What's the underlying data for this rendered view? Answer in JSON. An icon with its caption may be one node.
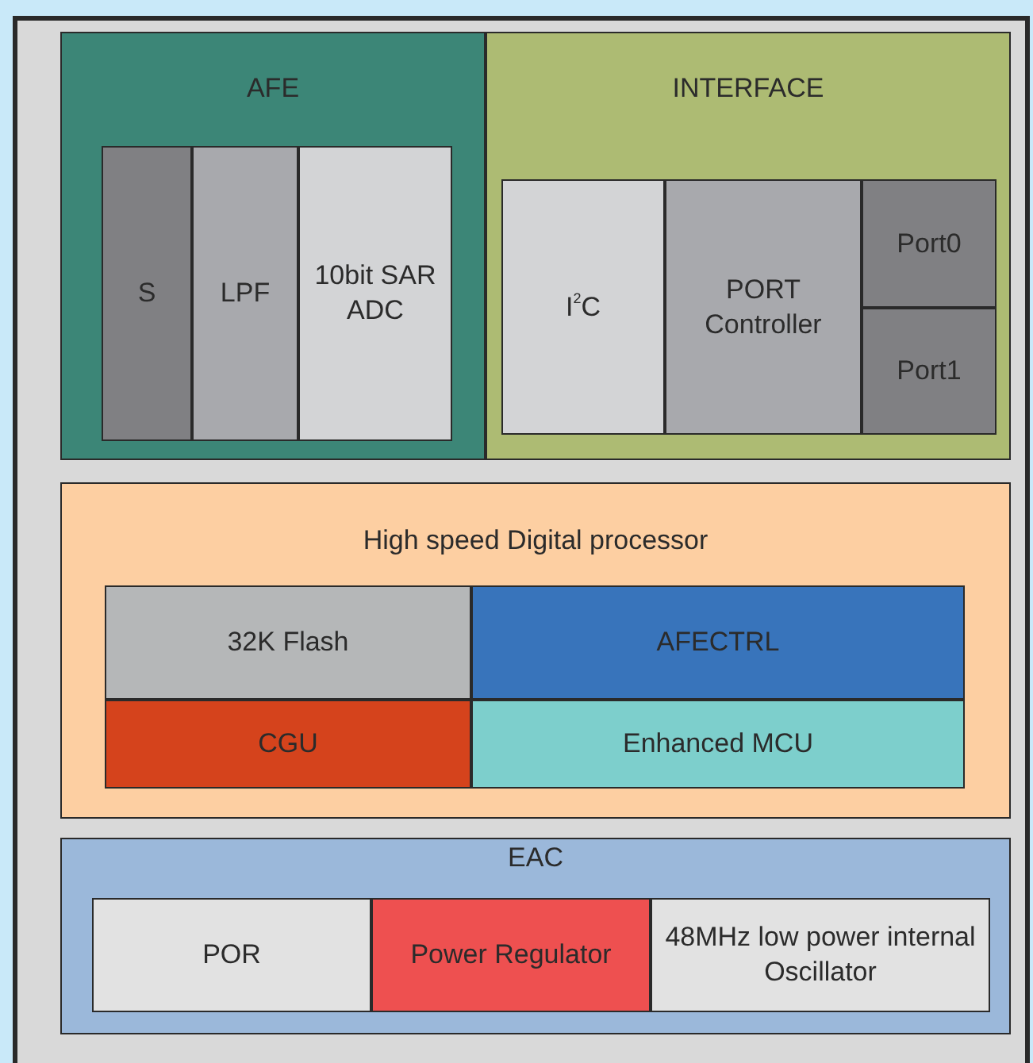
{
  "diagram": {
    "nodes": [
      {
        "text": [],
        "shape": "box"
      },
      {
        "text": [
          "AFE"
        ],
        "in": 0
      },
      {
        "text": [
          "S"
        ],
        "in": 1
      },
      {
        "text": [
          "LPF"
        ],
        "in": 1
      },
      {
        "text": [
          "10bit SAR ADC"
        ],
        "in": 1
      },
      {
        "text": [
          "INTERFACE"
        ],
        "in": 0
      },
      {
        "text": [
          "I$^{2}$C"
        ],
        "in": 5
      },
      {
        "text": [
          "PORT Controller"
        ],
        "in": 5
      },
      {
        "text": [
          "Port0"
        ],
        "in": 5
      },
      {
        "text": [
          "Port1"
        ],
        "in": 5
      },
      {
        "text": [
          "High speed Digital processor"
        ],
        "in": 0
      },
      {
        "text": [
          "32K Flash"
        ],
        "in": 10
      },
      {
        "text": [
          "AFECTRL"
        ],
        "in": 10
      },
      {
        "text": [
          "CGU"
        ],
        "in": 10
      },
      {
        "text": [
          "Enhanced MCU"
        ],
        "in": 10
      },
      {
        "text": [
          "EAC"
        ],
        "in": 0
      },
      {
        "text": [
          "POR"
        ],
        "in": 15
      },
      {
        "text": [
          "Power Regulator"
        ],
        "in": 15
      },
      {
        "text": [
          "48MHz low power internal Oscillator"
        ],
        "in": 15
      }
    ],
    "edges": []
  }
}
